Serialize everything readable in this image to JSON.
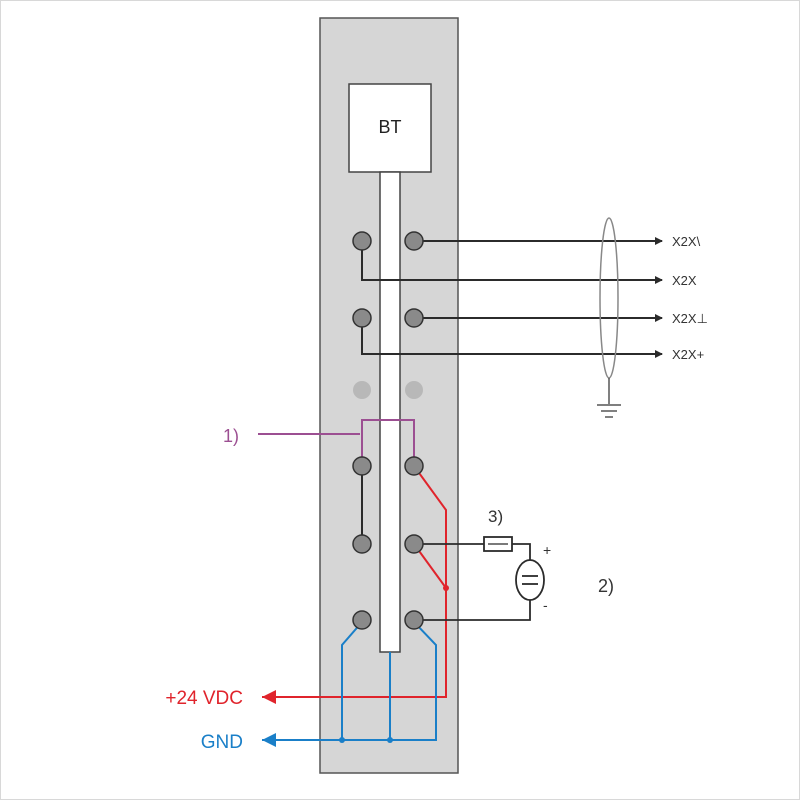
{
  "block": {
    "title": "BT"
  },
  "outputs": [
    "X2X\\",
    "X2X",
    "X2X⊥",
    "X2X+"
  ],
  "callouts": {
    "one": "1)",
    "two": "2)",
    "three": "3)"
  },
  "sensor": {
    "plus": "+",
    "minus": "-"
  },
  "supply": {
    "positive": "+24 VDC",
    "ground": "GND"
  },
  "colors": {
    "panel": "#d6d6d6",
    "panel_border": "#555555",
    "wire": "#2b2b2b",
    "jumper": "#9c4f92",
    "supply_positive": "#e0242c",
    "supply_ground": "#1a7fc8",
    "terminal": "#8a8a8a",
    "terminal_inactive": "#b8b8b8"
  },
  "icons": [
    "terminal-icon",
    "arrow-right-icon",
    "arrow-left-icon",
    "ground-icon",
    "fuse-icon",
    "meter-icon",
    "shield-icon"
  ]
}
